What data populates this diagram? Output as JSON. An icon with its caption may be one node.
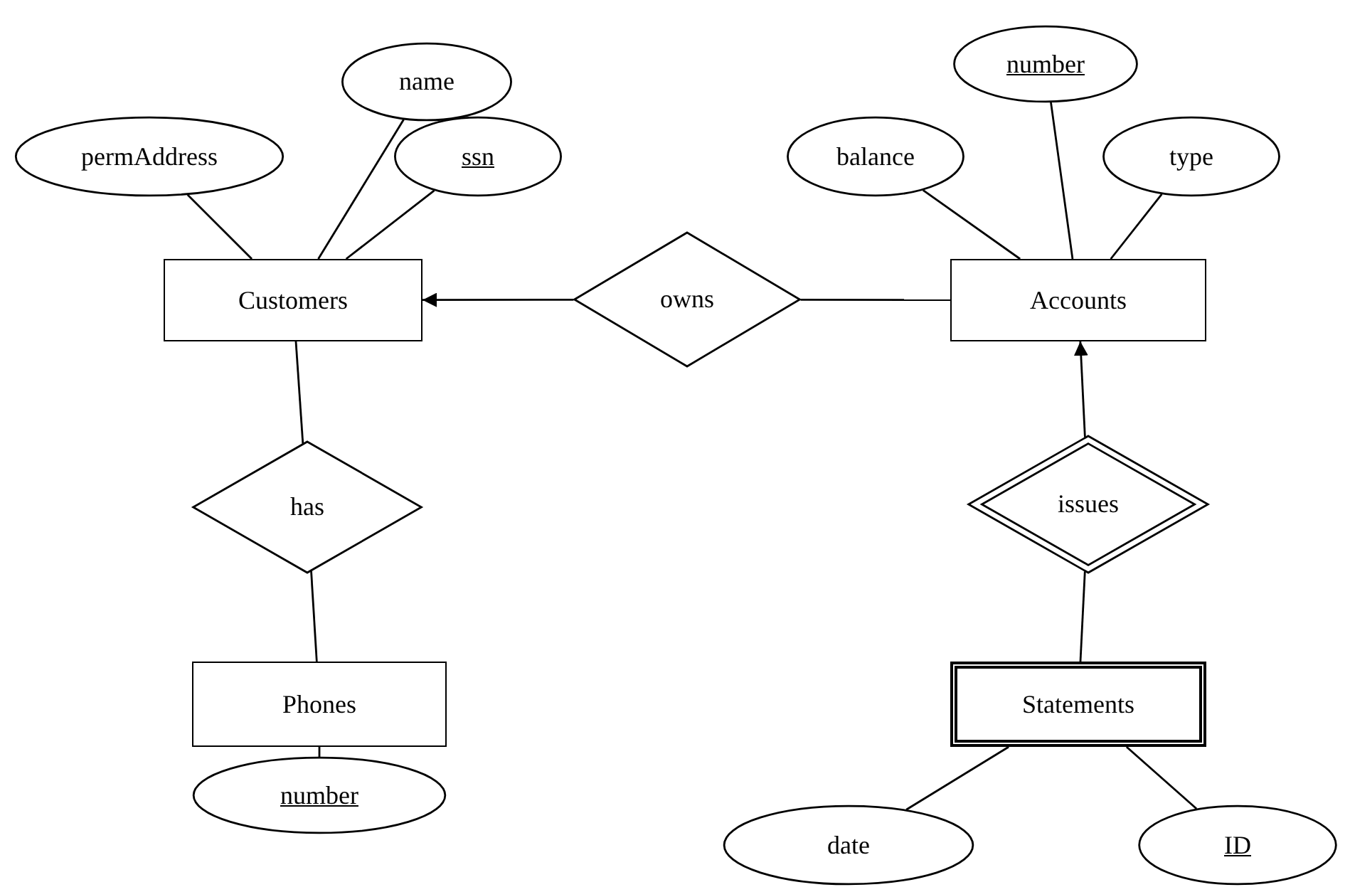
{
  "diagram": {
    "nodes": [
      {
        "text": [
          "name"
        ]
      },
      {
        "text": [
          "permAddress"
        ]
      },
      {
        "text": [
          "ssn"
        ]
      },
      {
        "text": [
          "number"
        ]
      },
      {
        "text": [
          "balance"
        ]
      },
      {
        "text": [
          "type"
        ]
      },
      {
        "text": [
          "Customers"
        ]
      },
      {
        "text": [
          "owns"
        ]
      },
      {
        "text": [
          "Accounts"
        ]
      },
      {
        "text": [
          "has"
        ]
      },
      {
        "text": [
          "issues"
        ]
      },
      {
        "text": [
          "Phones"
        ]
      },
      {
        "text": [
          "Statements"
        ]
      },
      {
        "text": [
          "number"
        ]
      },
      {
        "text": [
          "date"
        ]
      },
      {
        "text": [
          "ID"
        ]
      }
    ],
    "edges": [
      {
        "from": 0,
        "to": 6,
        "arrow": "none"
      },
      {
        "from": 1,
        "to": 6,
        "arrow": "none"
      },
      {
        "from": 2,
        "to": 6,
        "arrow": "none"
      },
      {
        "from": 3,
        "to": 8,
        "arrow": "none"
      },
      {
        "from": 4,
        "to": 8,
        "arrow": "none"
      },
      {
        "from": 5,
        "to": 8,
        "arrow": "none"
      },
      {
        "from": 7,
        "to": 6,
        "arrow": "to"
      },
      {
        "from": 7,
        "to": 8,
        "arrow": "none"
      },
      {
        "from": 6,
        "to": 9,
        "arrow": "none"
      },
      {
        "from": 9,
        "to": 11,
        "arrow": "none"
      },
      {
        "from": 10,
        "to": 8,
        "arrow": "to"
      },
      {
        "from": 10,
        "to": 12,
        "arrow": "none"
      },
      {
        "from": 11,
        "to": 13,
        "arrow": "none"
      },
      {
        "from": 12,
        "to": 14,
        "arrow": "none"
      },
      {
        "from": 12,
        "to": 15,
        "arrow": "none"
      }
    ]
  }
}
